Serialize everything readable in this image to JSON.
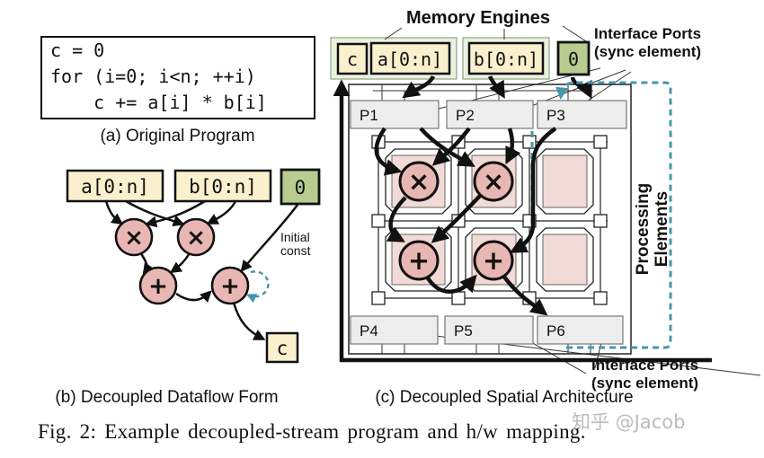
{
  "colors": {
    "node_yellow": "#FBF0CD",
    "node_green": "#B8CC90",
    "pe_circle_pink": "#E9B7B3",
    "pe_tile_pink": "#F2DAD6",
    "engine_container_green": "#EAF1DF",
    "port_gray": "#EDEDED",
    "sync_teal": "#4796AE"
  },
  "panel_a": {
    "code_lines": [
      "c = 0",
      "for (i=0; i<n; ++i)",
      "    c += a[i] * b[i]"
    ],
    "caption": "(a) Original Program"
  },
  "panel_b": {
    "stream_a": "a[0:n]",
    "stream_b": "b[0:n]",
    "const_zero": "0",
    "output_c": "c",
    "ops": [
      "×",
      "×",
      "+",
      "+"
    ],
    "annotation": [
      "Initial",
      "const"
    ],
    "caption": "(b) Decoupled Dataflow Form"
  },
  "panel_c": {
    "title": "Memory Engines",
    "interface_ports_top": [
      "Interface Ports",
      "(sync element)"
    ],
    "interface_ports_bottom": [
      "Interface Ports",
      "(sync element)"
    ],
    "processing_elements": [
      "Processing",
      "Elements"
    ],
    "mem_c": "c",
    "mem_a": "a[0:n]",
    "mem_b": "b[0:n]",
    "mem_zero": "0",
    "ports_top": [
      "P1",
      "P2",
      "P3"
    ],
    "ports_bottom": [
      "P4",
      "P5",
      "P6"
    ],
    "pe_ops": [
      "×",
      "×",
      "+",
      "+"
    ],
    "caption": "(c) Decoupled Spatial Architecture"
  },
  "figure_caption": "Fig. 2: Example decoupled-stream program and h/w mapping.",
  "watermark": "知乎 @Jacob"
}
